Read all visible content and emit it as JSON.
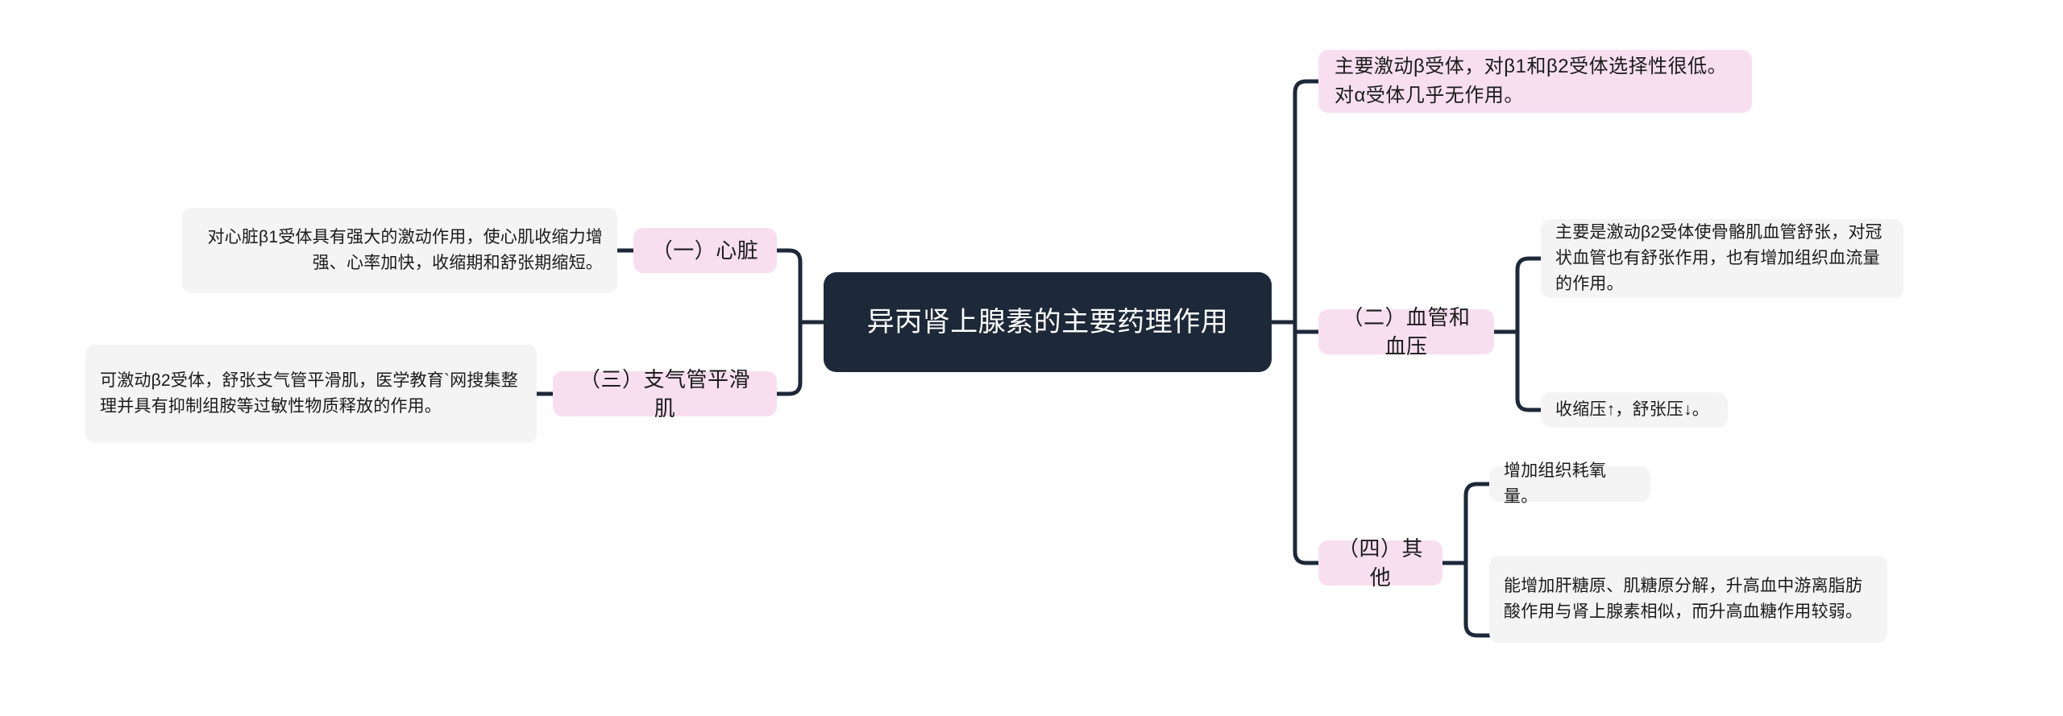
{
  "diagram": {
    "type": "mind-map",
    "title": "异丙肾上腺素的主要药理作用",
    "background_color": "#ffffff",
    "root_color": "#1d2838",
    "branch_color": "#f7dff0",
    "leaf_color": "#f4f4f5",
    "link_color": "#1d2838"
  },
  "root": {
    "label": "异丙肾上腺素的主要药理作用"
  },
  "branches": {
    "heart": {
      "label": "（一）心脏",
      "detail": "对心脏β1受体具有强大的激动作用，使心肌收缩力增强、心率加快，收缩期和舒张期缩短。"
    },
    "bronchial": {
      "label": "（三）支气管平滑肌",
      "detail": "可激动β2受体，舒张支气管平滑肌，医学教育`网搜集整理并具有抑制组胺等过敏性物质释放的作用。"
    },
    "receptor": {
      "label": "主要激动β受体，对β1和β2受体选择性很低。对α受体几乎无作用。"
    },
    "vessel": {
      "label": "（二）血管和血压",
      "detail_1": "主要是激动β2受体使骨骼肌血管舒张，对冠状血管也有舒张作用，也有增加组织血流量的作用。",
      "detail_2": "收缩压↑，舒张压↓。"
    },
    "other": {
      "label": "（四）其他",
      "detail_1": "增加组织耗氧量。",
      "detail_2": "能增加肝糖原、肌糖原分解，升高血中游离脂肪酸作用与肾上腺素相似，而升高血糖作用较弱。"
    }
  }
}
